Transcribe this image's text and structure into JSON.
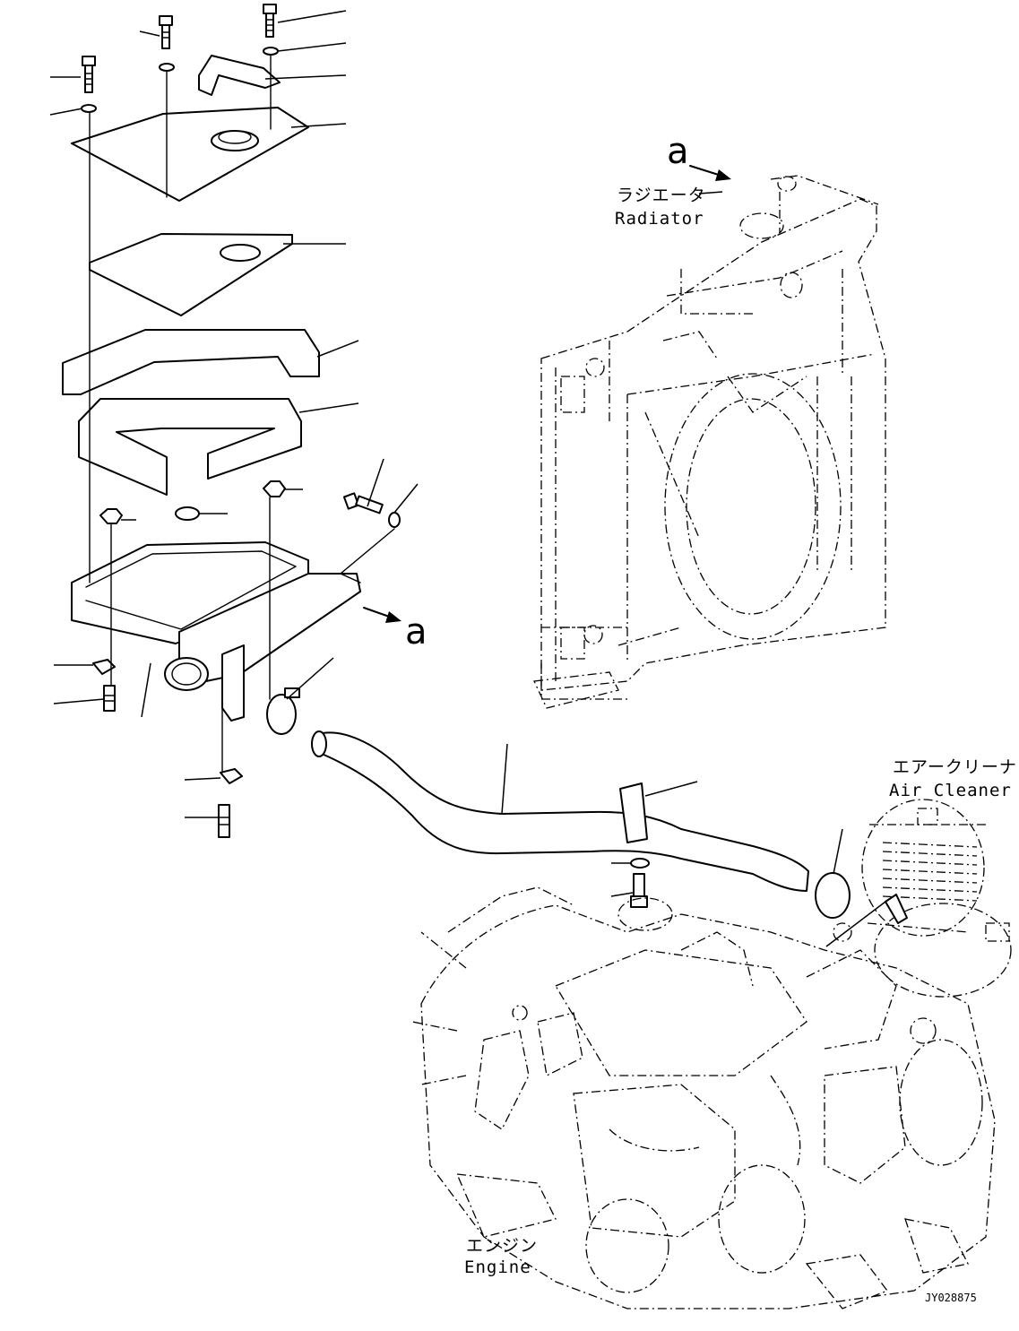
{
  "labels": {
    "radiator_jp": "ラジエータ",
    "radiator_en": "Radiator",
    "air_cleaner_jp": "エアークリーナ",
    "air_cleaner_en": "Air Cleaner",
    "engine_jp": "エンジン",
    "engine_en": "Engine",
    "view_a_top": "a",
    "view_a_side": "a",
    "drawing_code": "JY028875"
  }
}
